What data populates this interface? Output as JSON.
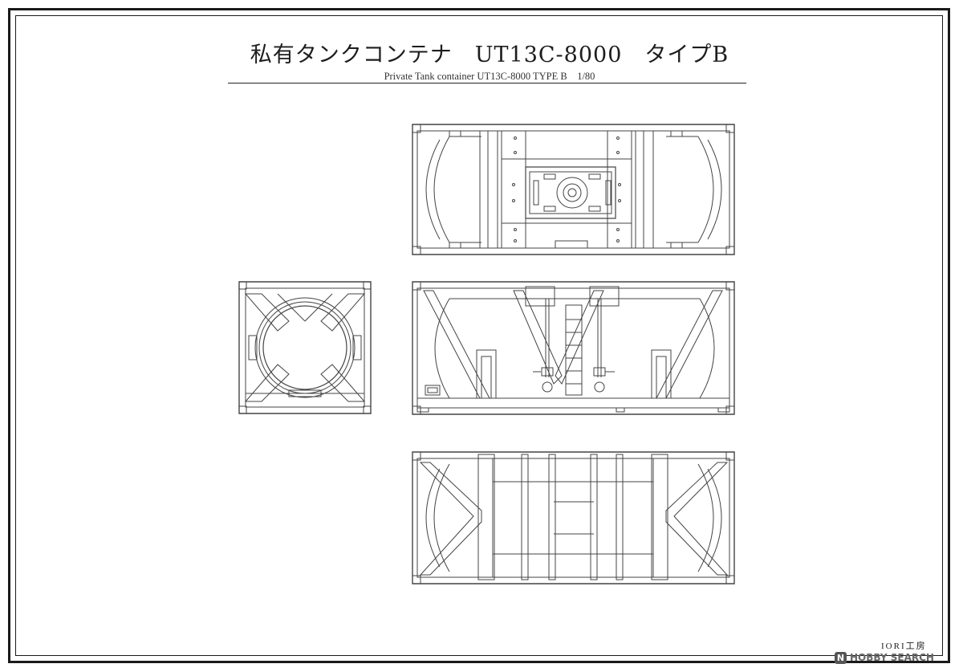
{
  "drawing": {
    "title_jp": "私有タンクコンテナ　UT13C-8000　タイプB",
    "title_en": "Private Tank container UT13C-8000 TYPE B　1/80",
    "studio": "IORI工房",
    "watermark": {
      "logo_icon": "hobby-search-logo-icon",
      "logo_letter": "N",
      "text": "HOBBY SEARCH"
    },
    "line_color": "#444444"
  }
}
